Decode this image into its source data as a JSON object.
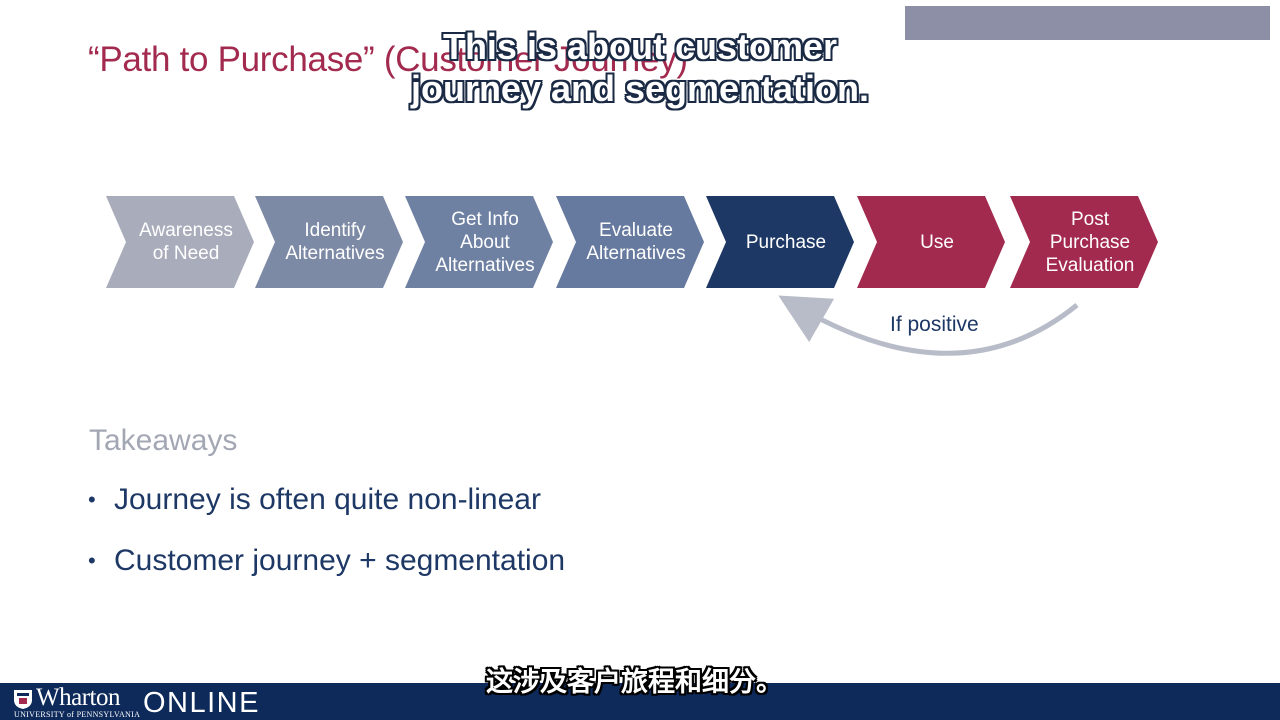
{
  "slide": {
    "title": "“Path to Purchase” (Customer Journey)",
    "caption_top_line1": "This is about customer",
    "caption_top_line2": "journey and segmentation.",
    "steps": [
      {
        "label": "Awareness\nof Need",
        "color": "#a9adbb"
      },
      {
        "label": "Identify\nAlternatives",
        "color": "#7d8aa6"
      },
      {
        "label": "Get Info\nAbout\nAlternatives",
        "color": "#6f81a3"
      },
      {
        "label": "Evaluate\nAlternatives",
        "color": "#66799e"
      },
      {
        "label": "Purchase",
        "color": "#1e3866"
      },
      {
        "label": "Use",
        "color": "#a32a4f"
      },
      {
        "label": "Post\nPurchase\nEvaluation",
        "color": "#a32a4f"
      }
    ],
    "feedback_label": "If positive",
    "takeaways_heading": "Takeaways",
    "bullets": [
      "Journey is often quite non-linear",
      "Customer journey + segmentation"
    ],
    "bullet_glyph": "•"
  },
  "footer": {
    "brand": "Wharton",
    "brand_sub": "UNIVERSITY of PENNSYLVANIA",
    "online": "ONLINE",
    "subtitle_zh": "这涉及客户旅程和细分。"
  },
  "colors": {
    "title": "#a32a4f",
    "navy": "#1e3866",
    "footer": "#0e2a5a",
    "arc": "#b8bcc8"
  }
}
